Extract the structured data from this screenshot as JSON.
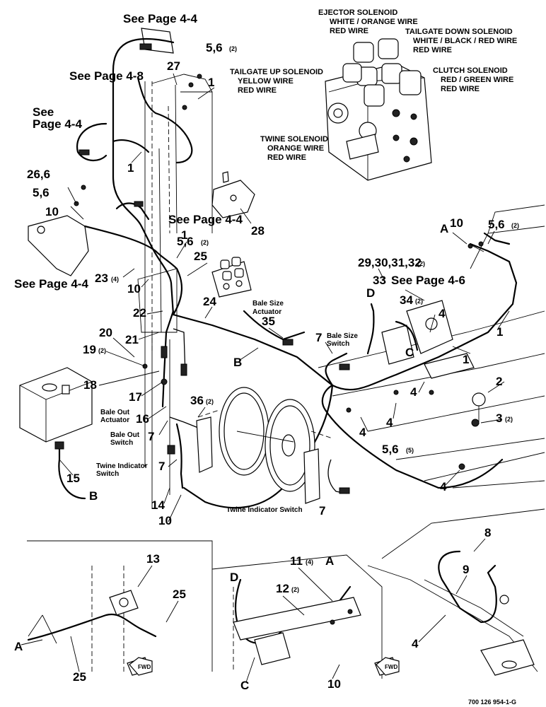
{
  "solenoids": {
    "ejector": [
      "EJECTOR SOLENOID",
      "WHITE / ORANGE WIRE",
      "RED WIRE"
    ],
    "tailgate_down": [
      "TAILGATE DOWN SOLENOID",
      "WHITE / BLACK / RED WIRE",
      "RED WIRE"
    ],
    "tailgate_up": [
      "TAILGATE UP SOLENOID",
      "YELLOW WIRE",
      "RED WIRE"
    ],
    "clutch": [
      "CLUTCH SOLENOID",
      "RED / GREEN WIRE",
      "RED WIRE"
    ],
    "twine": [
      "TWINE SOLENOID",
      "ORANGE WIRE",
      "RED WIRE"
    ]
  },
  "refs": {
    "p44_top": "See Page 4-4",
    "p48": "See Page 4-8",
    "see": "See",
    "p44_short": "Page 4-4",
    "p44_mid": "See Page 4-4",
    "p44_left": "See Page 4-4",
    "p46": "See Page 4-6"
  },
  "captions": {
    "bale_size_actuator": [
      "Bale Size",
      "Actuator"
    ],
    "bale_size_switch": [
      "Bale Size",
      "Switch"
    ],
    "bale_out_actuator": [
      "Bale Out",
      "Actuator"
    ],
    "bale_out_switch": [
      "Bale Out",
      "Switch"
    ],
    "twine_ind_switch_left": [
      "Twine Indicator",
      "Switch"
    ],
    "twine_ind_switch_bottom": "Twine Indicator Switch"
  },
  "callouts": {
    "c27": "27",
    "c56_top": "5,6",
    "q2_top": "(2)",
    "c1_a": "1",
    "c1_b": "1",
    "c26": "26,6",
    "c56_left": "5,6",
    "c10_left": "10",
    "c1_c": "1",
    "c56_mid": "5,6",
    "q2_mid": "(2)",
    "c25": "25",
    "c28": "28",
    "c23": "23",
    "q4_23": "(4)",
    "c10_mid": "10",
    "c22": "22",
    "c24": "24",
    "c35": "35",
    "c20": "20",
    "c21": "21",
    "c19": "19",
    "q2_19": "(2)",
    "c18": "18",
    "c17": "17",
    "c16": "16",
    "c7_a": "7",
    "c36": "36",
    "q2_36": "(2)",
    "c7_b": "7",
    "c7_c": "7",
    "c7_d": "7",
    "c14": "14",
    "c10_b": "10",
    "c15": "15",
    "letter_a_top": "A",
    "c10_right": "10",
    "c56_right": "5,6",
    "q2_right": "(2)",
    "c29": "29,30,31,32",
    "q2_29": "(2)",
    "c33": "33",
    "letter_d": "D",
    "c34": "34",
    "q2_34": "(2)",
    "c4_a": "4",
    "c1_d": "1",
    "letter_c": "C",
    "c1_e": "1",
    "c4_b": "4",
    "c4_c": "4",
    "c2": "2",
    "c3": "3",
    "q2_3": "(2)",
    "c4_d": "4",
    "c56_bot": "5,6",
    "q5": "(5)",
    "c4_e": "4",
    "letter_b_mid": "B",
    "letter_b_bot": "B",
    "i1_13": "13",
    "i1_25a": "25",
    "i1_a": "A",
    "i1_25b": "25",
    "i2_11": "11",
    "q4_11": "(4)",
    "i2_a": "A",
    "i2_d": "D",
    "i2_12": "12",
    "q2_12": "(2)",
    "i2_c": "C",
    "i2_10": "10",
    "i3_8": "8",
    "i3_9": "9",
    "i3_4": "4"
  },
  "fwd": "FWD",
  "drawing_number": "700 126 954-1-G"
}
